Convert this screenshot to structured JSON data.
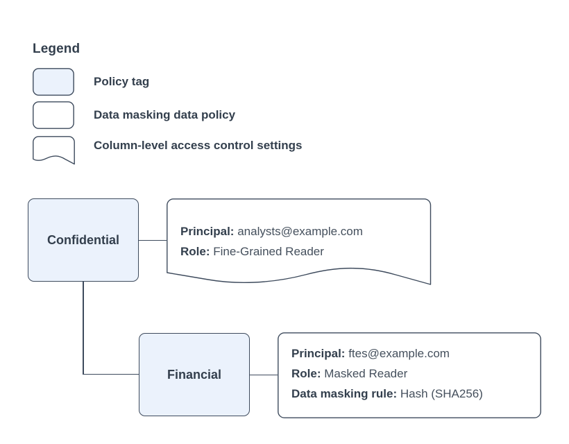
{
  "legend": {
    "title": "Legend",
    "items": [
      {
        "label": "Policy tag",
        "shape": "rounded-rect",
        "fill": "#ebf2fc",
        "stroke": "#3d4a5c",
        "icon": "policy-tag-swatch-icon"
      },
      {
        "label": "Data masking data policy",
        "shape": "rounded-rect",
        "fill": "#ffffff",
        "stroke": "#3d4a5c",
        "icon": "data-masking-policy-swatch-icon"
      },
      {
        "label": "Column-level access control settings",
        "shape": "wavy-bottom-rect",
        "fill": "#ffffff",
        "stroke": "#3d4a5c",
        "icon": "column-access-settings-swatch-icon"
      }
    ]
  },
  "diagram": {
    "nodes": [
      {
        "id": "confidential",
        "label": "Confidential",
        "fill": "#ebf2fc",
        "stroke": "#3d4a5c"
      },
      {
        "id": "financial",
        "label": "Financial",
        "fill": "#ebf2fc",
        "stroke": "#3d4a5c"
      }
    ],
    "callouts": [
      {
        "id": "confidential-settings",
        "shape": "wavy-bottom-rect",
        "fill": "#ffffff",
        "stroke": "#3d4a5c",
        "rows": [
          {
            "key": "Principal:",
            "value": "analysts@example.com"
          },
          {
            "key": "Role:",
            "value": "Fine-Grained Reader"
          }
        ]
      },
      {
        "id": "financial-policy",
        "shape": "rounded-rect",
        "fill": "#ffffff",
        "stroke": "#3d4a5c",
        "rows": [
          {
            "key": "Principal:",
            "value": "ftes@example.com"
          },
          {
            "key": "Role:",
            "value": "Masked Reader"
          },
          {
            "key": "Data masking rule:",
            "value": "Hash (SHA256)"
          }
        ]
      }
    ]
  },
  "colors": {
    "node_fill": "#ebf2fc",
    "stroke": "#3d4a5c",
    "text": "#333f4d",
    "background": "#ffffff"
  }
}
